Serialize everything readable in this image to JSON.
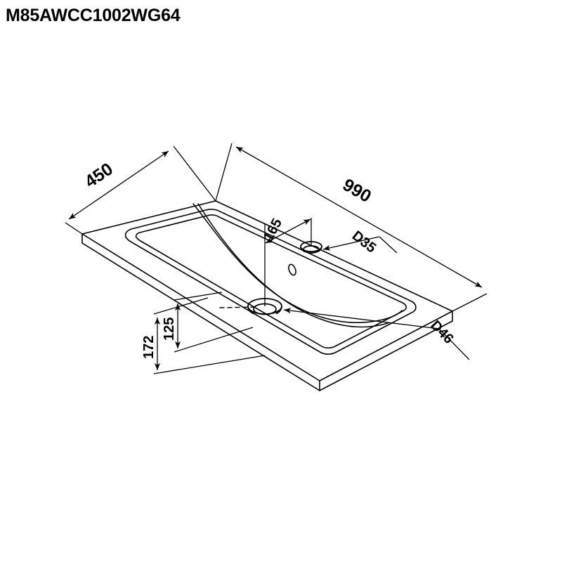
{
  "document": {
    "title": "M85AWCC1002WG64",
    "background_color": "#ffffff",
    "line_color": "#000000",
    "type": "technical-drawing",
    "subject": "bathroom washbasin isometric dimension drawing"
  },
  "dimensions": {
    "depth": {
      "label": "450",
      "unit": "mm",
      "description": "basin slab depth"
    },
    "width": {
      "label": "990",
      "unit": "mm",
      "description": "basin slab width"
    },
    "faucet_offset": {
      "label": "165",
      "unit": "mm",
      "description": "distance from drain axis to faucet hole axis"
    },
    "outer_height": {
      "label": "172",
      "unit": "mm",
      "description": "overall height from top surface to bottom of drain"
    },
    "inner_height": {
      "label": "125",
      "unit": "mm",
      "description": "height from top surface to basin underside"
    },
    "faucet_hole_diameter": {
      "label": "D35",
      "unit": "mm",
      "description": "faucet tap hole diameter"
    },
    "drain_hole_diameter": {
      "label": "D46",
      "unit": "mm",
      "description": "drain waste hole diameter"
    }
  },
  "features": {
    "drain_hole": "drain-hole",
    "faucet_hole": "faucet-hole",
    "overflow_hole": "overflow-hole",
    "basin_bowl": "basin-bowl",
    "slab": "countertop-slab"
  }
}
